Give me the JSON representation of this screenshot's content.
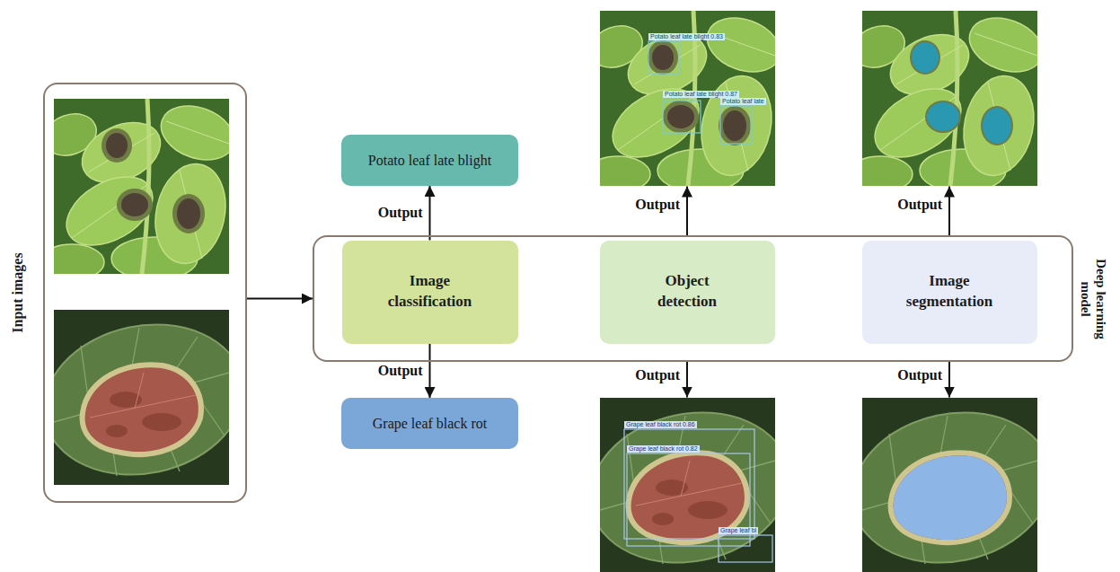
{
  "diagram": {
    "nodes": [
      {
        "text": [
          "Input images"
        ]
      },
      {
        "text": [
          "Deep learning model"
        ]
      },
      {
        "text": [
          "Image classification"
        ],
        "in": 1
      },
      {
        "text": [
          "Object detection"
        ],
        "in": 1
      },
      {
        "text": [
          "Image segmentation"
        ],
        "in": 1
      },
      {
        "text": [
          "Potato leaf late blight"
        ]
      },
      {
        "text": [
          "Grape leaf black rot"
        ]
      }
    ],
    "edges": [
      {
        "from": 0,
        "to": 1,
        "arrow": "to"
      },
      {
        "from": 2,
        "to": 5,
        "label": "Output",
        "arrow": "to"
      },
      {
        "from": 2,
        "to": 6,
        "label": "Output",
        "arrow": "to"
      }
    ],
    "labels": [
      "Potato leaf late blight 0.83",
      "Potato leaf late blight 0.87",
      "Potato leaf late",
      "Output",
      "Output",
      "Output",
      "Output",
      "Grape leaf black rot 0.86",
      "Grape leaf black rot 0.82",
      "Grape leaf bl"
    ]
  }
}
